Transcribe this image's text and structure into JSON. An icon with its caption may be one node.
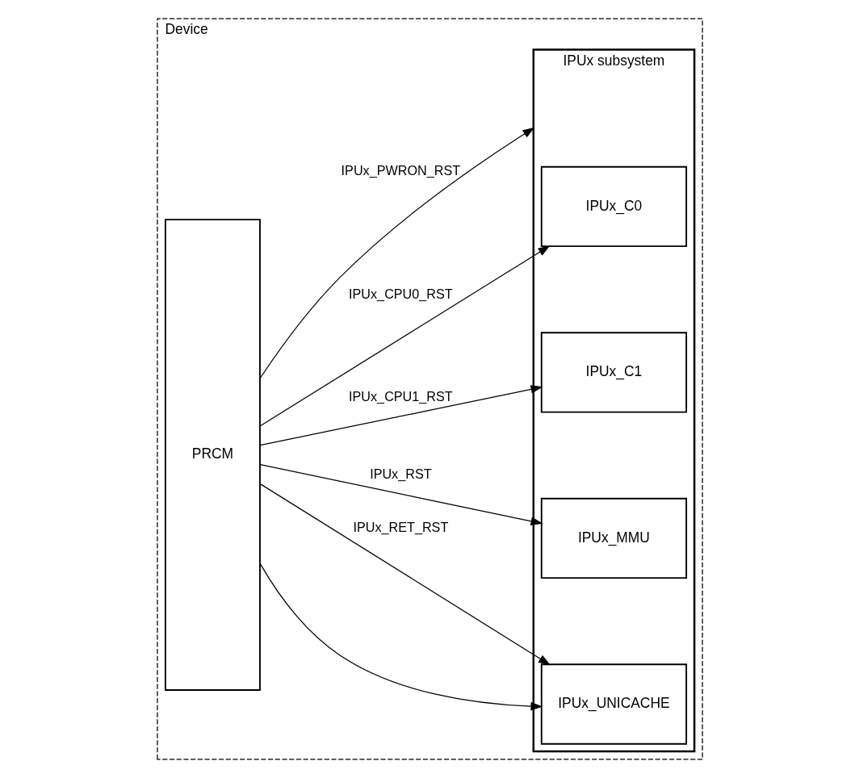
{
  "diagram": {
    "nodes": [
      {
        "text": [
          "Device"
        ]
      },
      {
        "text": [
          "PRCM"
        ],
        "in": 0
      },
      {
        "text": [
          "IPUx subsystem"
        ],
        "in": 0
      },
      {
        "text": [
          "IPUx_C0"
        ],
        "in": 2
      },
      {
        "text": [
          "IPUx_C1"
        ],
        "in": 2
      },
      {
        "text": [
          "IPUx_MMU"
        ],
        "in": 2
      },
      {
        "text": [
          "IPUx_UNICACHE"
        ],
        "in": 2
      }
    ],
    "edges": [
      {
        "from": 1,
        "to": 2,
        "arrow": "to",
        "label": "IPUx_PWRON_RST"
      },
      {
        "from": 1,
        "to": 3,
        "arrow": "to",
        "label": "IPUx_CPU0_RST"
      },
      {
        "from": 1,
        "to": 4,
        "arrow": "to",
        "label": "IPUx_CPU1_RST"
      },
      {
        "from": 1,
        "to": 5,
        "arrow": "to",
        "label": "IPUx_RST"
      },
      {
        "from": 1,
        "to": 6,
        "arrow": "to"
      },
      {
        "from": 1,
        "to": 6,
        "arrow": "to",
        "label": "IPUx_RET_RST"
      }
    ]
  }
}
